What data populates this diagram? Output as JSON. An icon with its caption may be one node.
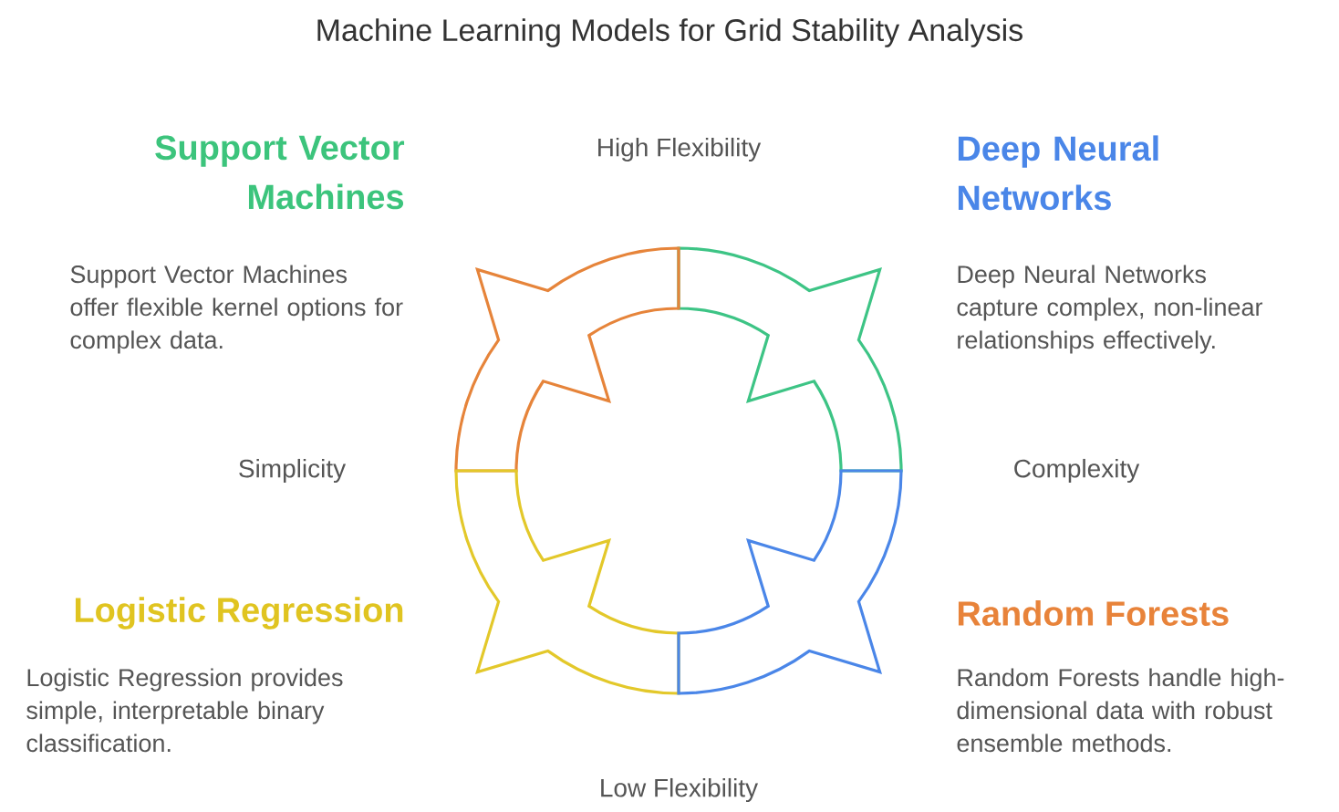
{
  "diagram": {
    "title": "Machine Learning Models for Grid Stability Analysis",
    "labels": [
      "High Flexibility",
      "Support Vector Machines",
      "Deep Neural Networks",
      "Support Vector Machines offer flexible kernel options for complex data.",
      "Deep Neural Networks capture complex, non-linear relationships effectively.",
      "Simplicity",
      "Complexity",
      "Logistic Regression",
      "Random Forests",
      "Logistic Regression provides simple, interpretable binary classification.",
      "Random Forests handle high-dimensional data with robust ensemble methods.",
      "Low Flexibility"
    ]
  }
}
